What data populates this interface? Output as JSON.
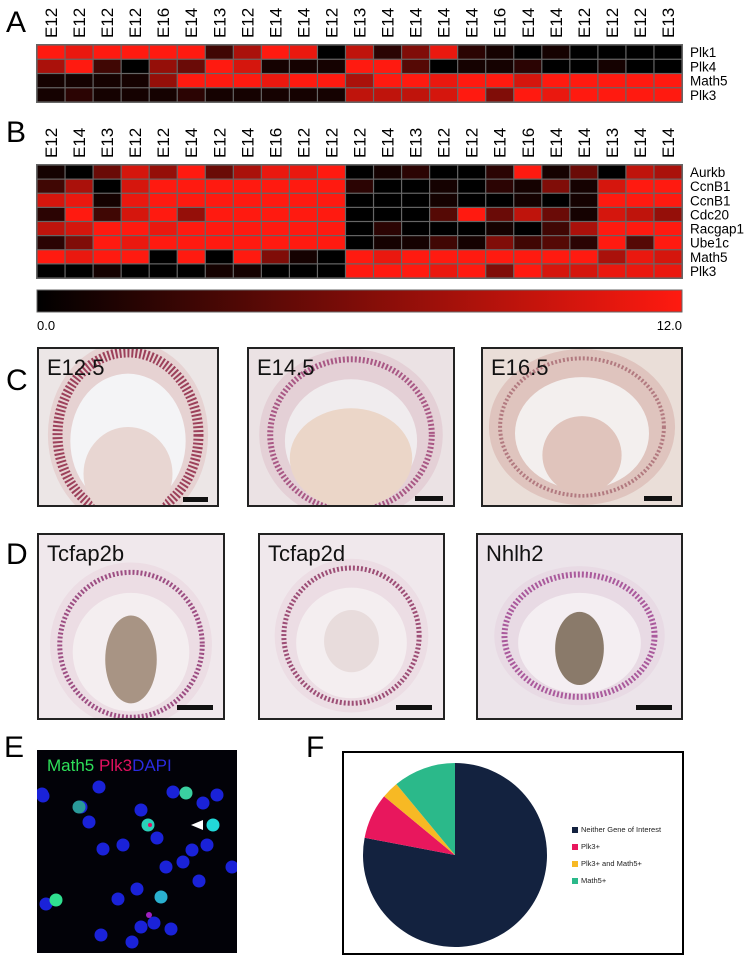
{
  "panels": {
    "a": "A",
    "b": "B",
    "c": "C",
    "d": "D",
    "e": "E",
    "f": "F"
  },
  "chart_data": [
    {
      "type": "heatmap",
      "panel": "A",
      "columns": [
        "E12",
        "E12",
        "E12",
        "E12",
        "E16",
        "E14",
        "E13",
        "E12",
        "E14",
        "E14",
        "E12",
        "E13",
        "E14",
        "E14",
        "E14",
        "E14",
        "E16",
        "E14",
        "E14",
        "E12",
        "E12",
        "E12",
        "E13"
      ],
      "rows": [
        "Plk1",
        "Plk4",
        "Math5",
        "Plk3"
      ],
      "values": [
        [
          12,
          11,
          12,
          12,
          12,
          12,
          3,
          8,
          12,
          11,
          0,
          9,
          2,
          6,
          11,
          2,
          1,
          0,
          1,
          0,
          0,
          0,
          0
        ],
        [
          8,
          12,
          3,
          0,
          7,
          5,
          12,
          10,
          1,
          1,
          1,
          12,
          12,
          4,
          0,
          1,
          1,
          2,
          0,
          0,
          1,
          0,
          0
        ],
        [
          1,
          1,
          1,
          1,
          7,
          12,
          12,
          12,
          11,
          12,
          12,
          8,
          12,
          12,
          11,
          12,
          12,
          10,
          12,
          12,
          12,
          12,
          12
        ],
        [
          1,
          2,
          1,
          1,
          1,
          2,
          1,
          1,
          1,
          1,
          1,
          9,
          9,
          9,
          10,
          12,
          6,
          12,
          11,
          12,
          12,
          12,
          12
        ]
      ],
      "range": [
        0,
        12
      ],
      "colormap": [
        "#000000",
        "#ff1a10"
      ]
    },
    {
      "type": "heatmap",
      "panel": "B",
      "columns": [
        "E12",
        "E14",
        "E13",
        "E12",
        "E12",
        "E14",
        "E12",
        "E14",
        "E16",
        "E12",
        "E12",
        "E12",
        "E14",
        "E13",
        "E12",
        "E12",
        "E14",
        "E16",
        "E14",
        "E14",
        "E13",
        "E14",
        "E14"
      ],
      "rows": [
        "Aurkb",
        "CcnB1",
        "CcnB1",
        "Cdc20",
        "Racgap1",
        "Ube1c",
        "Math5",
        "Plk3"
      ],
      "values": [
        [
          1,
          0,
          5,
          10,
          7,
          12,
          5,
          8,
          11,
          11,
          12,
          0,
          1,
          2,
          0,
          0,
          2,
          12,
          1,
          5,
          0,
          9,
          8
        ],
        [
          3,
          8,
          0,
          10,
          12,
          12,
          12,
          12,
          12,
          12,
          12,
          2,
          0,
          0,
          1,
          0,
          2,
          1,
          6,
          1,
          10,
          12,
          12
        ],
        [
          10,
          11,
          1,
          11,
          12,
          12,
          12,
          12,
          12,
          12,
          12,
          0,
          0,
          0,
          1,
          0,
          0,
          1,
          0,
          1,
          12,
          12,
          12
        ],
        [
          2,
          12,
          3,
          10,
          12,
          7,
          12,
          12,
          12,
          12,
          12,
          0,
          0,
          0,
          4,
          12,
          5,
          9,
          5,
          1,
          10,
          9,
          7
        ],
        [
          9,
          10,
          12,
          12,
          11,
          12,
          12,
          12,
          12,
          12,
          12,
          0,
          2,
          0,
          0,
          0,
          1,
          0,
          3,
          8,
          12,
          12,
          12
        ],
        [
          2,
          6,
          12,
          11,
          12,
          12,
          12,
          12,
          12,
          12,
          12,
          0,
          1,
          1,
          3,
          1,
          6,
          3,
          4,
          2,
          12,
          4,
          12
        ],
        [
          12,
          11,
          12,
          12,
          0,
          12,
          0,
          12,
          6,
          1,
          0,
          12,
          11,
          12,
          12,
          12,
          12,
          12,
          12,
          12,
          8,
          11,
          10
        ],
        [
          0,
          0,
          1,
          0,
          0,
          0,
          1,
          1,
          0,
          0,
          0,
          12,
          12,
          12,
          11,
          12,
          6,
          12,
          10,
          10,
          11,
          11,
          11
        ]
      ],
      "range": [
        0,
        12
      ],
      "colorbar": {
        "min_label": "0.0",
        "max_label": "12.0"
      },
      "colormap": [
        "#000000",
        "#ff1a10"
      ]
    },
    {
      "type": "pie",
      "panel": "F",
      "start": "top",
      "direction": "clockwise",
      "legend_position": "right",
      "slices": [
        {
          "label": "Neither Gene of Interest",
          "value": 78,
          "color": "#13223f"
        },
        {
          "label": "Plk3+",
          "value": 8,
          "color": "#e8175d"
        },
        {
          "label": "Plk3+ and Math5+",
          "value": 3,
          "color": "#f7b924"
        },
        {
          "label": "Math5+",
          "value": 11,
          "color": "#2bb98a"
        }
      ]
    }
  ],
  "panel_c": {
    "images": [
      {
        "label": "E12.5"
      },
      {
        "label": "E14.5"
      },
      {
        "label": "E16.5"
      }
    ]
  },
  "panel_d": {
    "images": [
      {
        "label": "Tcfap2b"
      },
      {
        "label": "Tcfap2d"
      },
      {
        "label": "Nhlh2"
      }
    ]
  },
  "panel_e": {
    "channels": [
      {
        "label": "Math5",
        "color": "#2ee05a"
      },
      {
        "label": "Plk3",
        "color": "#e01060"
      },
      {
        "label": "DAPI",
        "color": "#2a2ae0"
      }
    ],
    "arrowhead_icon": "arrowhead-left-icon"
  }
}
